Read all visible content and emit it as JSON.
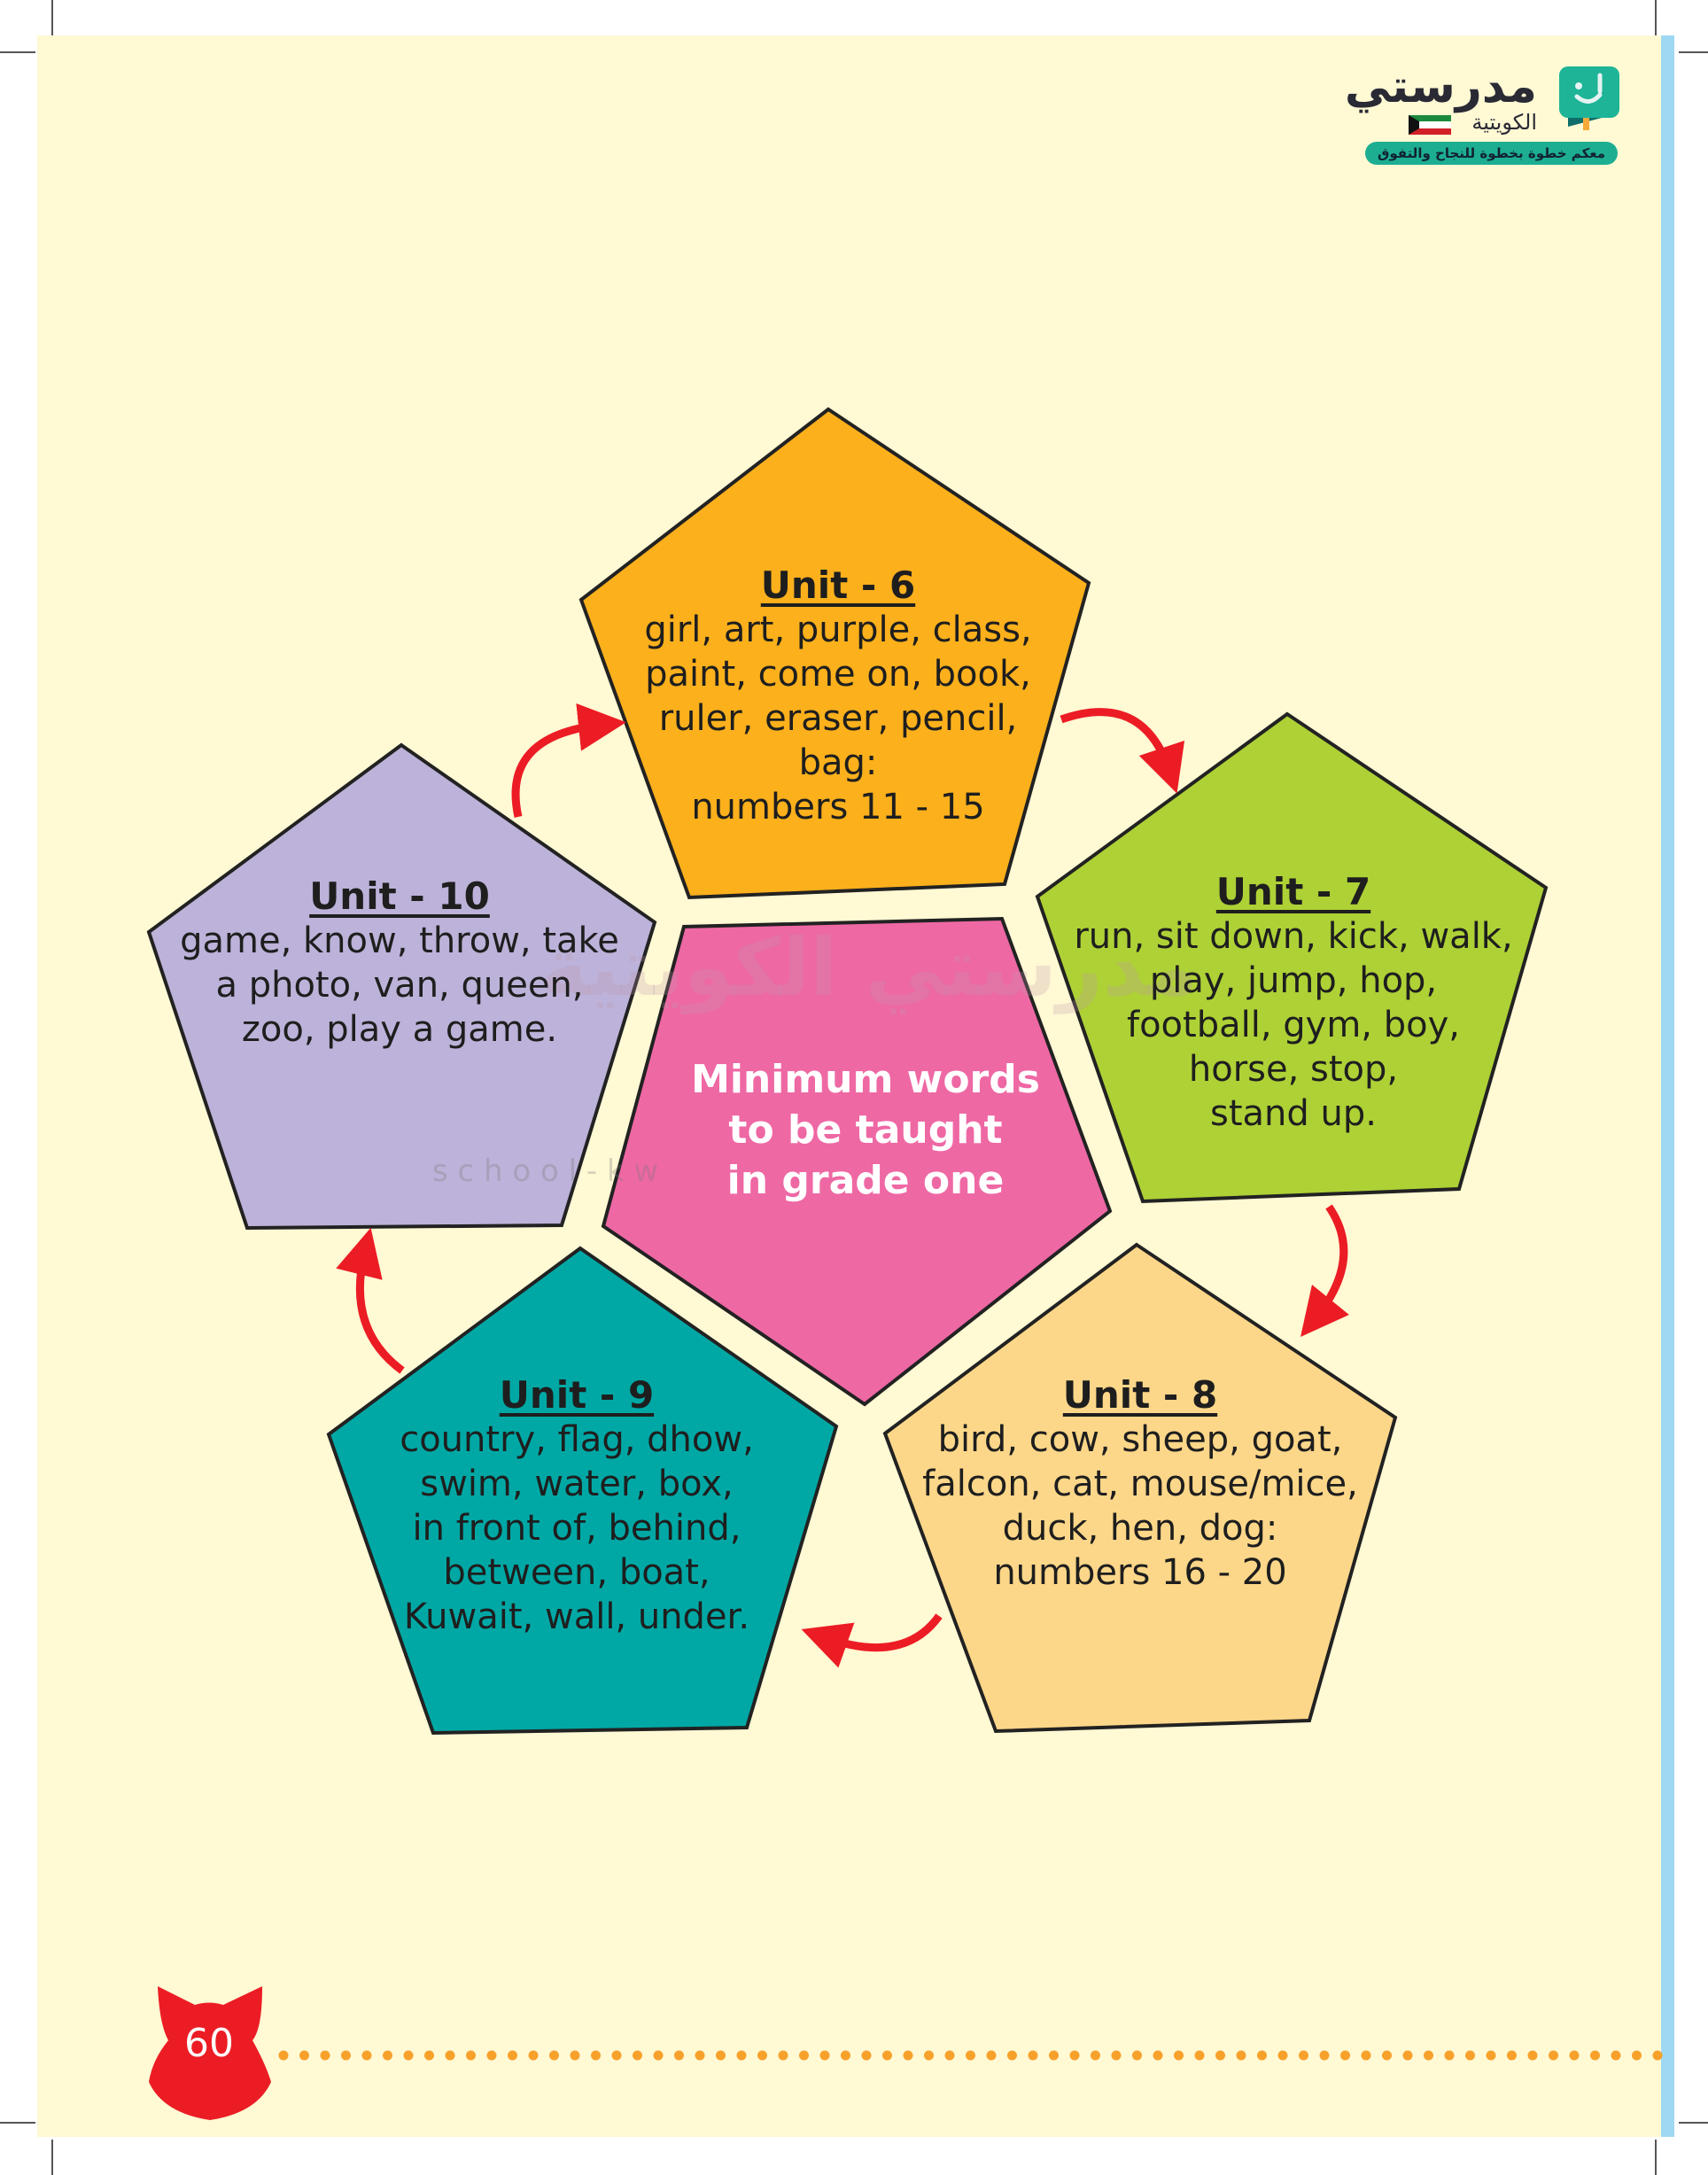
{
  "logo": {
    "name": "مدرستي",
    "subtitle": "الكويتية",
    "tagline": "معكم خطوة بخطوة للنجاح والتفوق"
  },
  "watermark": {
    "arabic": "مدرستي الكويتية",
    "latin": "s c h o o l - k w"
  },
  "center": {
    "lines": [
      "Minimum words",
      "to be taught",
      "in grade one"
    ],
    "color": "#EE68A4"
  },
  "units": [
    {
      "title": "Unit - 6",
      "lines": [
        "girl, art, purple, class,",
        "paint, come on, book,",
        "ruler, eraser, pencil,",
        "bag:",
        "numbers 11 - 15"
      ],
      "color": "#FBB01C"
    },
    {
      "title": "Unit - 7",
      "lines": [
        "run, sit down, kick, walk,",
        "play, jump, hop,",
        "football, gym, boy,",
        "horse, stop,",
        "stand up."
      ],
      "color": "#AED136"
    },
    {
      "title": "Unit - 8",
      "lines": [
        "bird, cow, sheep, goat,",
        "falcon, cat, mouse/mice,",
        "duck, hen, dog:",
        "numbers 16 - 20"
      ],
      "color": "#FDD789"
    },
    {
      "title": "Unit - 9",
      "lines": [
        "country, flag, dhow,",
        "swim, water, box,",
        "in front of, behind,",
        "between, boat,",
        "Kuwait, wall, under."
      ],
      "color": "#00A8A5"
    },
    {
      "title": "Unit - 10",
      "lines": [
        "game, know, throw, take",
        "a photo, van, queen,",
        "zoo, play a game."
      ],
      "color": "#BDB2D9"
    }
  ],
  "footer": {
    "page_number": "60"
  },
  "colors": {
    "arrow": "#EC1C24",
    "page_bg": "#FFF9D4",
    "dots": "#F7A12B",
    "cat": "#EC1C24"
  }
}
